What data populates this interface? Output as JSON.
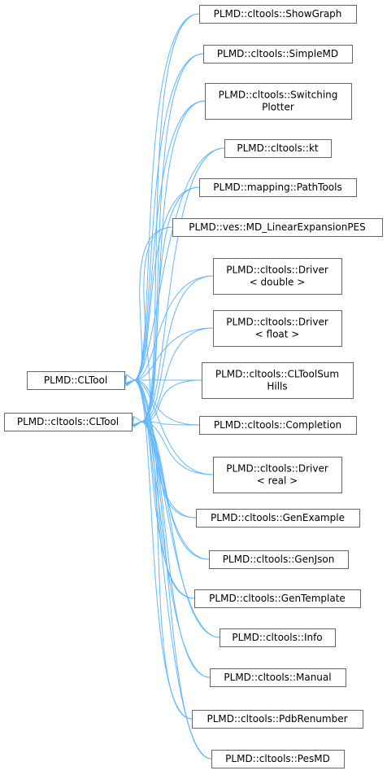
{
  "base_nodes": [
    {
      "id": "cltool",
      "lines": [
        "PLMD::CLTool"
      ]
    },
    {
      "id": "cltools_cltool",
      "lines": [
        "PLMD::cltools::CLTool"
      ]
    }
  ],
  "derived_nodes": [
    {
      "id": "showgraph",
      "lines": [
        "PLMD::cltools::ShowGraph"
      ]
    },
    {
      "id": "simplemd",
      "lines": [
        "PLMD::cltools::SimpleMD"
      ]
    },
    {
      "id": "switchingplotter",
      "lines": [
        "PLMD::cltools::Switching",
        "Plotter"
      ]
    },
    {
      "id": "kt",
      "lines": [
        "PLMD::cltools::kt"
      ]
    },
    {
      "id": "pathtools",
      "lines": [
        "PLMD::mapping::PathTools"
      ]
    },
    {
      "id": "mdlinear",
      "lines": [
        "PLMD::ves::MD_LinearExpansionPES"
      ]
    },
    {
      "id": "driver_double",
      "lines": [
        "PLMD::cltools::Driver",
        "< double >"
      ]
    },
    {
      "id": "driver_float",
      "lines": [
        "PLMD::cltools::Driver",
        "< float >"
      ]
    },
    {
      "id": "cltoolsumhills",
      "lines": [
        "PLMD::cltools::CLToolSum",
        "Hills"
      ]
    },
    {
      "id": "completion",
      "lines": [
        "PLMD::cltools::Completion"
      ]
    },
    {
      "id": "driver_real",
      "lines": [
        "PLMD::cltools::Driver",
        "< real >"
      ]
    },
    {
      "id": "genexample",
      "lines": [
        "PLMD::cltools::GenExample"
      ]
    },
    {
      "id": "genjson",
      "lines": [
        "PLMD::cltools::GenJson"
      ]
    },
    {
      "id": "gentemplate",
      "lines": [
        "PLMD::cltools::GenTemplate"
      ]
    },
    {
      "id": "info",
      "lines": [
        "PLMD::cltools::Info"
      ]
    },
    {
      "id": "manual",
      "lines": [
        "PLMD::cltools::Manual"
      ]
    },
    {
      "id": "pdbrenumber",
      "lines": [
        "PLMD::cltools::PdbRenumber"
      ]
    },
    {
      "id": "pesmd",
      "lines": [
        "PLMD::cltools::PesMD"
      ]
    }
  ],
  "edge_color": "#63b8ff",
  "node_border_color": "#666666"
}
